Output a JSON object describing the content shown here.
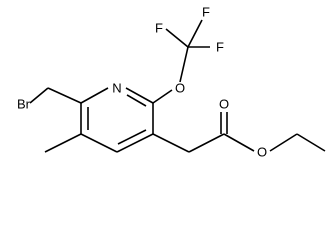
{
  "molecule": {
    "atoms": {
      "F1": "F",
      "F2": "F",
      "F3": "F",
      "O_ether": "O",
      "N_ring": "N",
      "Br": "Br",
      "O_carbonyl": "O",
      "O_ester": "O"
    }
  },
  "colors": {
    "bond": "#000000",
    "text": "#000000",
    "background": "#ffffff"
  }
}
